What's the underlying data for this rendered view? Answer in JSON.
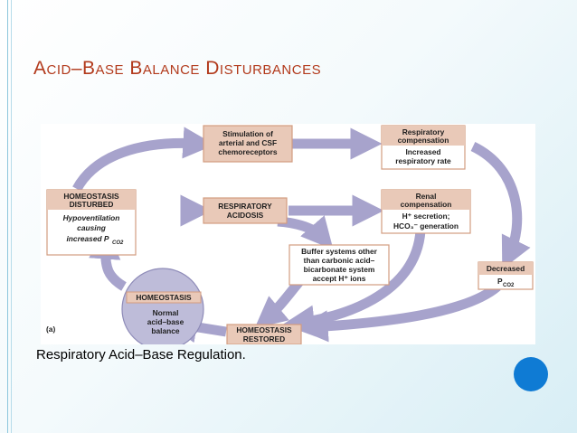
{
  "slide": {
    "title": "Acid–Base Balance Disturbances",
    "caption": "Respiratory Acid–Base Regulation."
  },
  "diagram": {
    "panel_label": "(a)",
    "nodes": {
      "stimulation": [
        "Stimulation of",
        "arterial and CSF",
        "chemoreceptors"
      ],
      "resp_comp_head": [
        "Respiratory",
        "compensation"
      ],
      "resp_comp_body": [
        "Increased",
        "respiratory rate"
      ],
      "homeo_disturbed_head": [
        "HOMEOSTASIS",
        "DISTURBED"
      ],
      "homeo_disturbed_body": [
        "Hypoventilation",
        "causing",
        "increased P"
      ],
      "homeo_disturbed_sub": "CO2",
      "resp_acidosis": [
        "RESPIRATORY",
        "ACIDOSIS"
      ],
      "renal_comp_head": [
        "Renal",
        "compensation"
      ],
      "renal_comp_body1": "H⁺ secretion;",
      "renal_comp_body2": "HCO₃⁻ generation",
      "buffer": [
        "Buffer systems other",
        "than carbonic acid–",
        "bicarbonate system",
        "accept H⁺ ions"
      ],
      "decreased_head": "Decreased",
      "decreased_body": "P",
      "decreased_sub": "CO2",
      "homeostasis": "HOMEOSTASIS",
      "homeostasis_body": [
        "Normal",
        "acid–base",
        "balance"
      ],
      "homeo_restored": [
        "HOMEOSTASIS",
        "RESTORED"
      ]
    }
  },
  "colors": {
    "title": "#b23a1c",
    "box_header": "#e9c9b8",
    "box_border": "#d39c80",
    "arrow": "#a7a3cc",
    "dot": "#0f7bd4"
  }
}
